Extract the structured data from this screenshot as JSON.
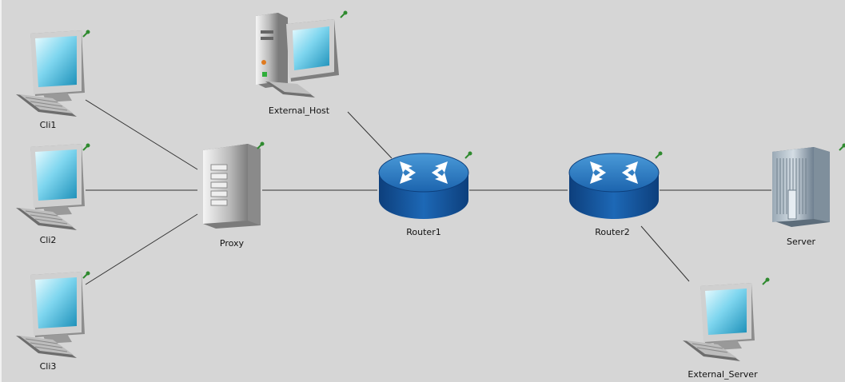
{
  "diagram": {
    "background": "#d6d6d6",
    "link_color": "#333333",
    "pin_color": "#2f8a2f",
    "nodes": {
      "cli1": {
        "label": "Cli1",
        "icon": "desktop-computer-icon"
      },
      "cli2": {
        "label": "Cli2",
        "icon": "desktop-computer-icon"
      },
      "cli3": {
        "label": "Cli3",
        "icon": "desktop-computer-icon"
      },
      "proxy": {
        "label": "Proxy",
        "icon": "server-tower-icon"
      },
      "external_host": {
        "label": "External_Host",
        "icon": "workstation-computer-icon"
      },
      "router1": {
        "label": "Router1",
        "icon": "router-icon"
      },
      "router2": {
        "label": "Router2",
        "icon": "router-icon"
      },
      "server": {
        "label": "Server",
        "icon": "rack-server-icon"
      },
      "external_server": {
        "label": "External_Server",
        "icon": "desktop-computer-icon"
      }
    },
    "links": [
      {
        "from": "cli1",
        "to": "proxy"
      },
      {
        "from": "cli2",
        "to": "proxy"
      },
      {
        "from": "cli3",
        "to": "proxy"
      },
      {
        "from": "proxy",
        "to": "router1"
      },
      {
        "from": "external_host",
        "to": "router1"
      },
      {
        "from": "router1",
        "to": "router2"
      },
      {
        "from": "router2",
        "to": "server"
      },
      {
        "from": "router2",
        "to": "external_server"
      }
    ]
  }
}
